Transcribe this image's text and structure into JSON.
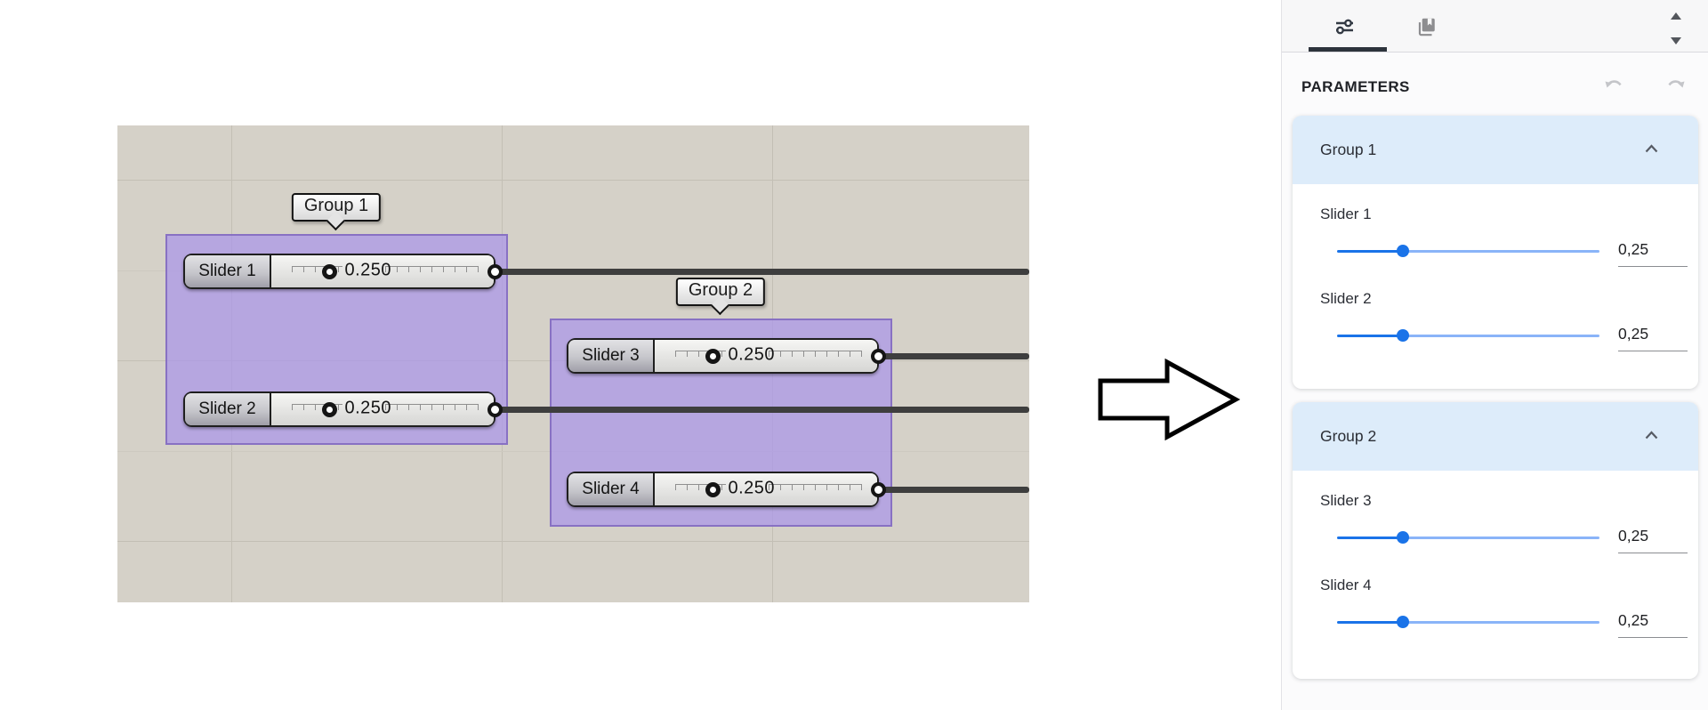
{
  "canvas": {
    "groups": [
      {
        "label": "Group 1",
        "sliders": [
          {
            "name": "Slider 1",
            "value": "0.250"
          },
          {
            "name": "Slider 2",
            "value": "0.250"
          }
        ]
      },
      {
        "label": "Group 2",
        "sliders": [
          {
            "name": "Slider 3",
            "value": "0.250"
          },
          {
            "name": "Slider 4",
            "value": "0.250"
          }
        ]
      }
    ]
  },
  "panel": {
    "title": "PARAMETERS",
    "groups": [
      {
        "label": "Group 1",
        "params": [
          {
            "name": "Slider 1",
            "value": "0,25"
          },
          {
            "name": "Slider 2",
            "value": "0,25"
          }
        ]
      },
      {
        "label": "Group 2",
        "params": [
          {
            "name": "Slider 3",
            "value": "0,25"
          },
          {
            "name": "Slider 4",
            "value": "0,25"
          }
        ]
      }
    ]
  },
  "slider_fraction": 0.25,
  "colors": {
    "accent_blue": "#1a73e8",
    "track_light_blue": "#8ab4f8",
    "group_header_bg": "#ddecfa",
    "canvas_bg": "#d5d1c8",
    "group_purple": "#b5a3de",
    "wire": "#3e3e3e",
    "tab_active": "#2d333c"
  }
}
